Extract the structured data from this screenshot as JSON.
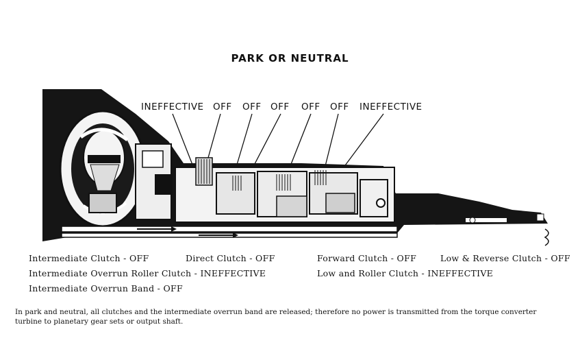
{
  "title": "PARK OR NEUTRAL",
  "callouts": [
    "INEFFECTIVE",
    "OFF",
    "OFF",
    "OFF",
    "OFF",
    "OFF",
    "INEFFECTIVE"
  ],
  "labels": {
    "intermediate_clutch": "Intermediate Clutch - OFF",
    "intermediate_overrun_roller_clutch": "Intermediate Overrun Roller Clutch - INEFFECTIVE",
    "intermediate_overrun_band": "Intermediate Overrun Band - OFF",
    "direct_clutch": "Direct Clutch - OFF",
    "forward_clutch": "Forward Clutch - OFF",
    "low_reverse_clutch": "Low & Reverse Clutch - OFF",
    "low_roller_clutch": "Low and Roller Clutch - INEFFECTIVE"
  },
  "caption": "In park and neutral,  all clutches  and the intermediate  overrun band are released; therefore no power is transmitted  from the torque converter turbine to planetary gear sets or output shaft."
}
